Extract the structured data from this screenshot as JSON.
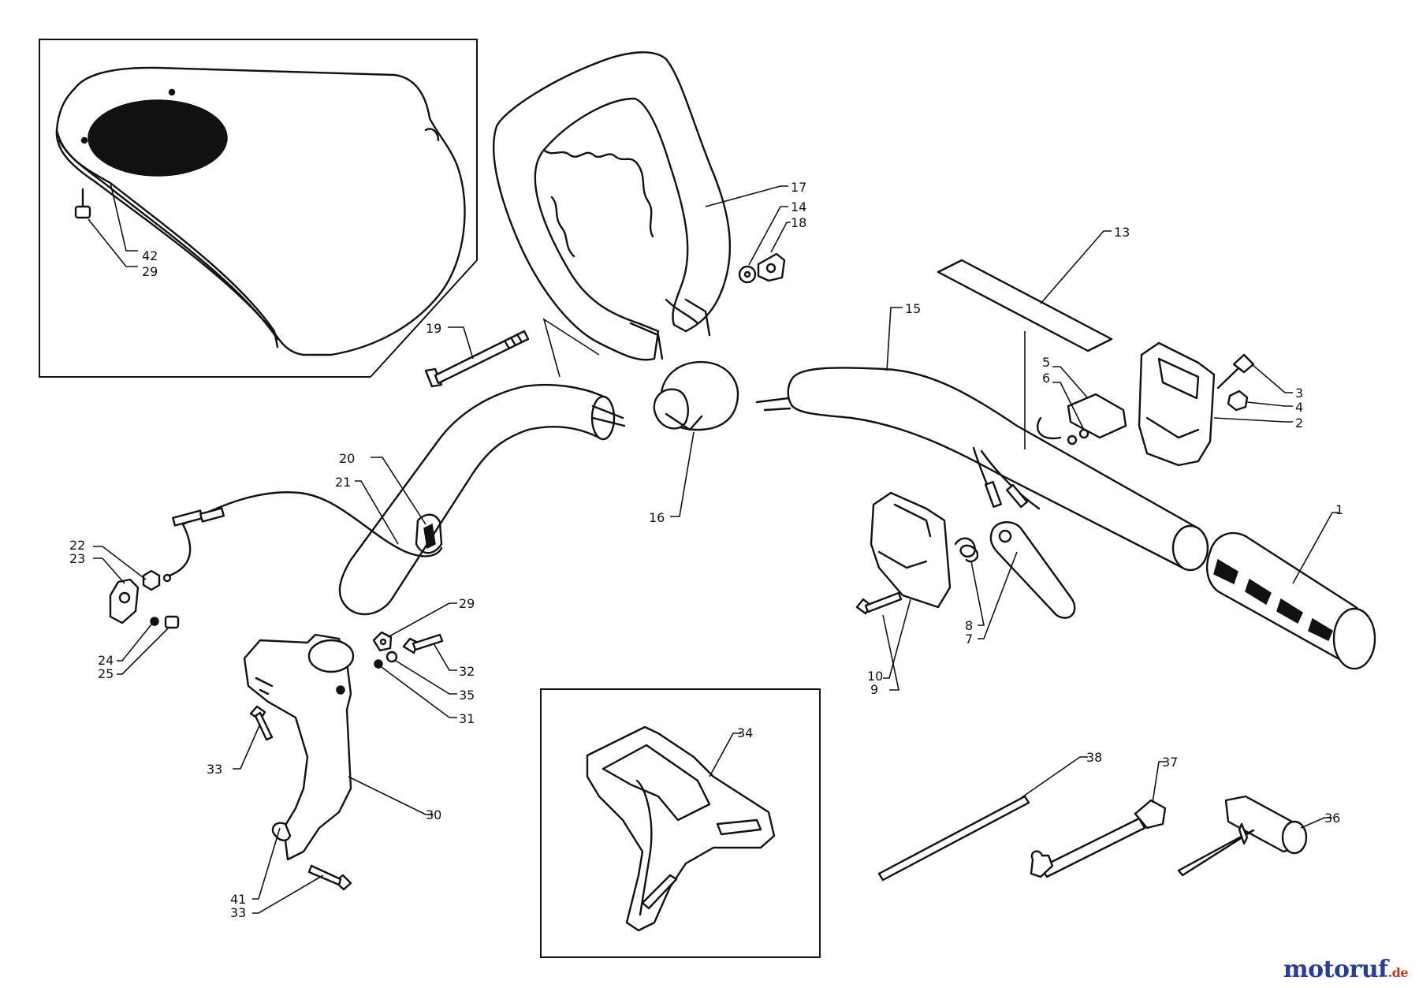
{
  "callouts": {
    "c1": "1",
    "c2": "2",
    "c3": "3",
    "c4": "4",
    "c5": "5",
    "c6": "6",
    "c7": "7",
    "c8": "8",
    "c9": "9",
    "c10": "10",
    "c13": "13",
    "c14": "14",
    "c15": "15",
    "c16": "16",
    "c17": "17",
    "c18": "18",
    "c19": "19",
    "c20": "20",
    "c21": "21",
    "c22": "22",
    "c23": "23",
    "c24": "24",
    "c25": "25",
    "c29a": "29",
    "c29b": "29",
    "c30": "30",
    "c31": "31",
    "c32": "32",
    "c33a": "33",
    "c33b": "33",
    "c34": "34",
    "c35": "35",
    "c36": "36",
    "c37": "37",
    "c38": "38",
    "c41": "41",
    "c42": "42"
  },
  "watermark": {
    "main": "motoruf",
    "tld": ".de"
  },
  "colors": {
    "line": "#111111",
    "background": "#ffffff",
    "watermark_main": "#2b3d8f",
    "watermark_tld": "#c0392b"
  }
}
